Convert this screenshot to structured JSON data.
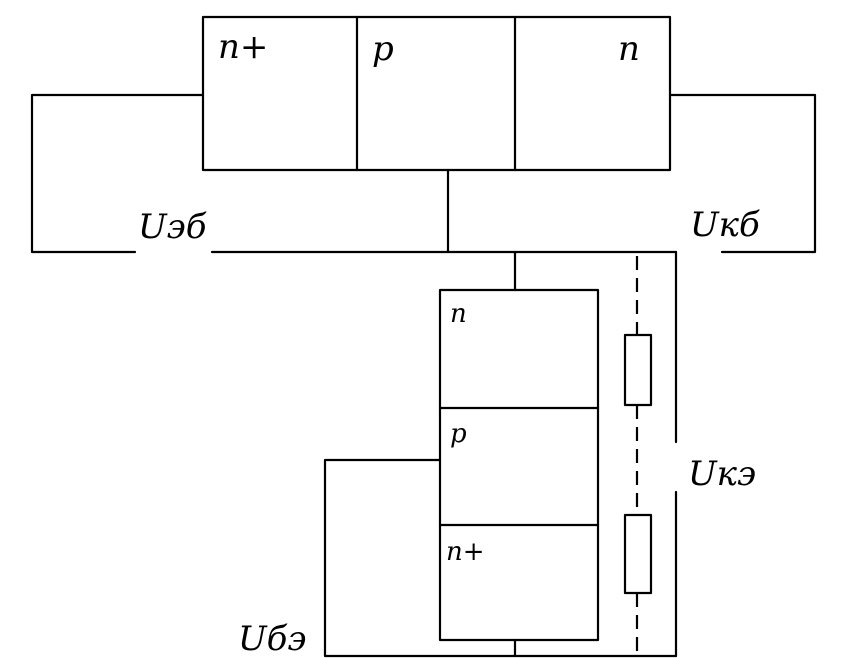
{
  "colors": {
    "ink": "#000000",
    "paper": "#ffffff"
  },
  "top_structure": {
    "regions": [
      "n+",
      "p",
      "n"
    ]
  },
  "bottom_structure": {
    "regions": [
      "n",
      "p",
      "n+"
    ]
  },
  "voltages": {
    "emitter_base": "Uэб",
    "collector_base": "Uкб",
    "collector_emitter": "Uкэ",
    "base_emitter": "Uбэ"
  },
  "resistor_count": 2
}
